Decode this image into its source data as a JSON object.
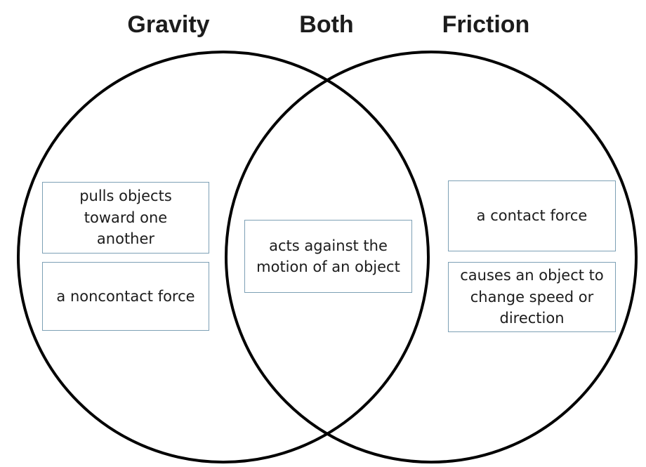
{
  "diagram": {
    "type": "venn-diagram",
    "background": "#ffffff",
    "colors": {
      "circle_stroke": "#000000",
      "box_border": "#7da0b5",
      "text": "#1c1c1c"
    },
    "headings": {
      "left": "Gravity",
      "middle": "Both",
      "right": "Friction"
    },
    "cards": {
      "gravity": [
        {
          "text": "pulls objects\ntoward one\nanother"
        },
        {
          "text": "a noncontact force"
        }
      ],
      "both": [
        {
          "text": "acts against the\nmotion of an object"
        }
      ],
      "friction": [
        {
          "text": "a contact force"
        },
        {
          "text": "causes an object to\nchange speed or\ndirection"
        }
      ]
    }
  }
}
